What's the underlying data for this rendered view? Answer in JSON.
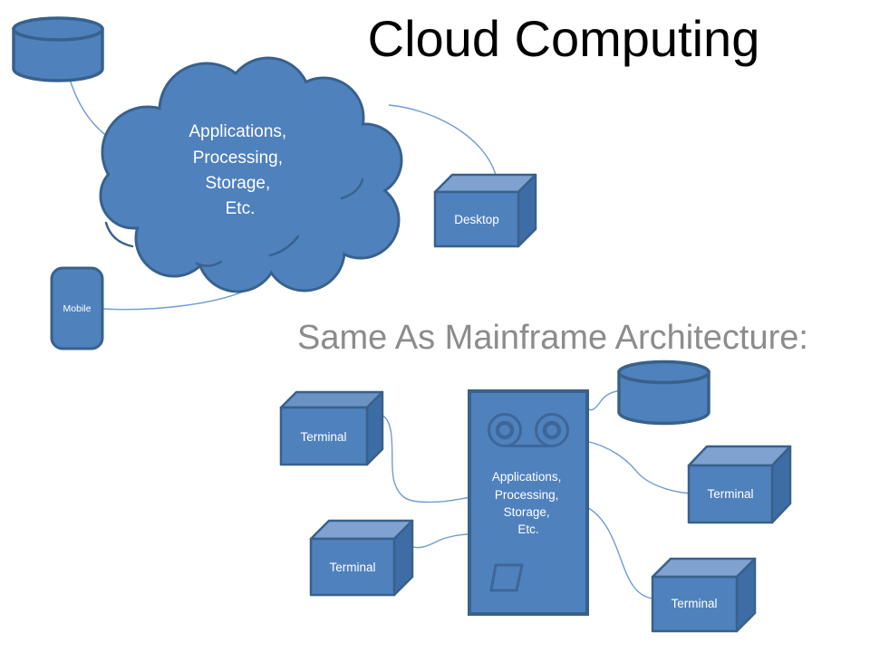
{
  "slide": {
    "title": "Cloud Computing",
    "subtitle": "Same As Mainframe Architecture:"
  },
  "cloud": {
    "lines": [
      "Applications,",
      "Processing,",
      "Storage,",
      "Etc."
    ]
  },
  "mainframe": {
    "lines": [
      "Applications,",
      "Processing,",
      "Storage,",
      "Etc."
    ]
  },
  "labels": {
    "desktop": "Desktop",
    "mobile": "Mobile"
  },
  "terminals": [
    "Terminal",
    "Terminal",
    "Terminal",
    "Terminal"
  ],
  "colors": {
    "shape_fill": "#4F81BD",
    "shape_border": "#38618C",
    "cube_top": "#7FA2D1",
    "cube_side": "#3E6CA4",
    "connector_line": "#6E9CD3",
    "inner_detail": "#3D6699",
    "title_text": "#000000",
    "subtitle_text": "#8C8C8C",
    "shape_text": "#FFFFFF"
  }
}
